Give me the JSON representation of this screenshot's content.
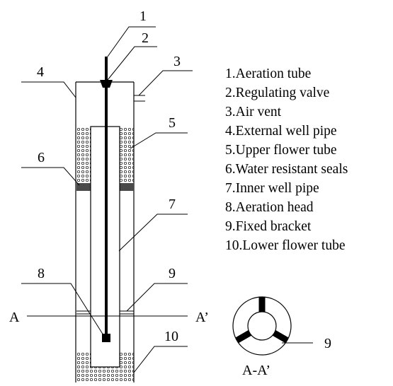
{
  "callouts": [
    "1",
    "2",
    "3",
    "4",
    "5",
    "6",
    "7",
    "8",
    "9",
    "10"
  ],
  "legend": [
    "1.Aeration tube",
    "2.Regulating valve",
    "3.Air vent",
    "4.External well pipe",
    "5.Upper flower tube",
    "6.Water resistant seals",
    "7.Inner well pipe",
    "8.Aeration head",
    "9.Fixed bracket",
    "10.Lower flower tube"
  ],
  "section": {
    "left": "A",
    "right": "A’",
    "title": "A-A’",
    "callout": "9"
  }
}
